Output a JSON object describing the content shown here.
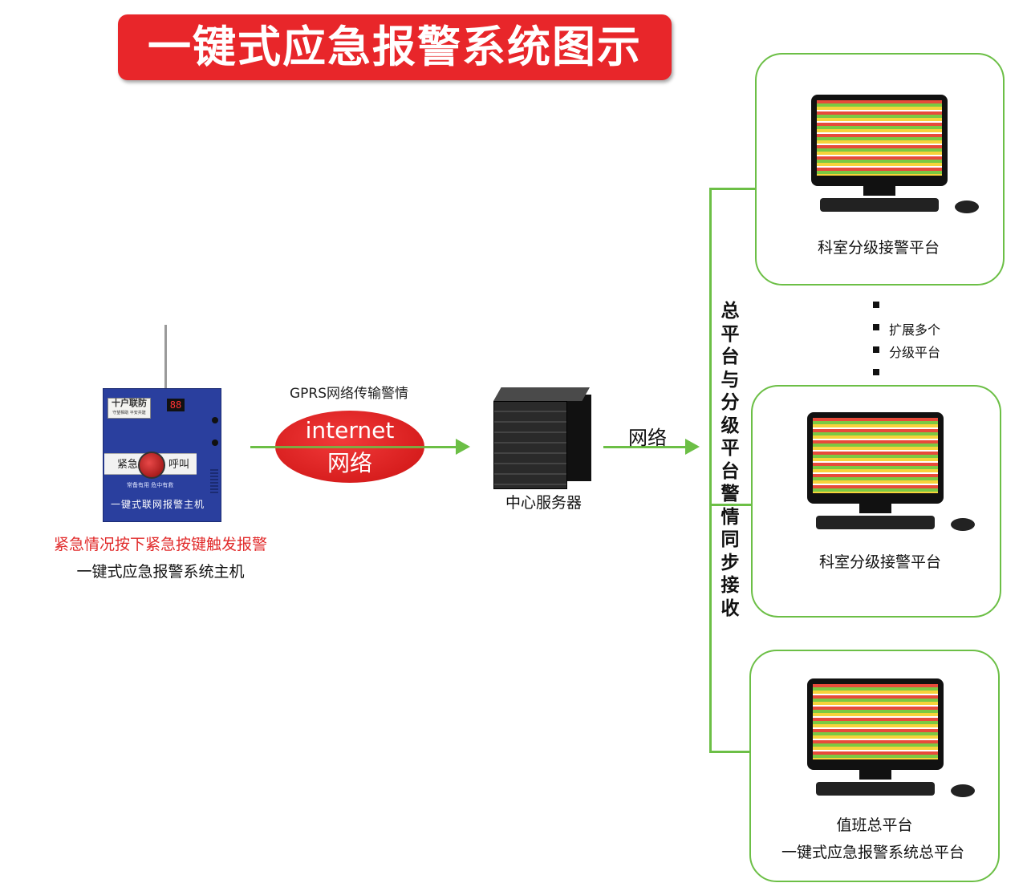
{
  "title": "一键式应急报警系统图示",
  "device": {
    "plate_line1": "十户联防",
    "plate_line2": "守望相助 平安共建",
    "digits": "88",
    "button_left": "紧急",
    "button_right": "呼叫",
    "slogan": "常备有用 危中有救",
    "name": "一键式联网报警主机"
  },
  "captions": {
    "trigger": "紧急情况按下紧急按键触发报警",
    "host": "一键式应急报警系统主机"
  },
  "transfer": {
    "gprs": "GPRS网络传输警情",
    "internet_en": "internet",
    "internet_cn": "网络"
  },
  "server": {
    "label": "中心服务器"
  },
  "network": {
    "label": "网络"
  },
  "sync_vertical": "总平台与分级平台警情同步接收",
  "extend": [
    "扩展多个",
    "分级平台"
  ],
  "platforms": [
    {
      "label": "科室分级接警平台"
    },
    {
      "label": "科室分级接警平台"
    },
    {
      "label": "值班总平台",
      "sublabel": "一键式应急报警系统总平台"
    }
  ],
  "colors": {
    "title_bg": "#e8262a",
    "connector": "#6cbf46",
    "alert_text": "#e12a2a",
    "device_body": "#2a3f9e"
  }
}
